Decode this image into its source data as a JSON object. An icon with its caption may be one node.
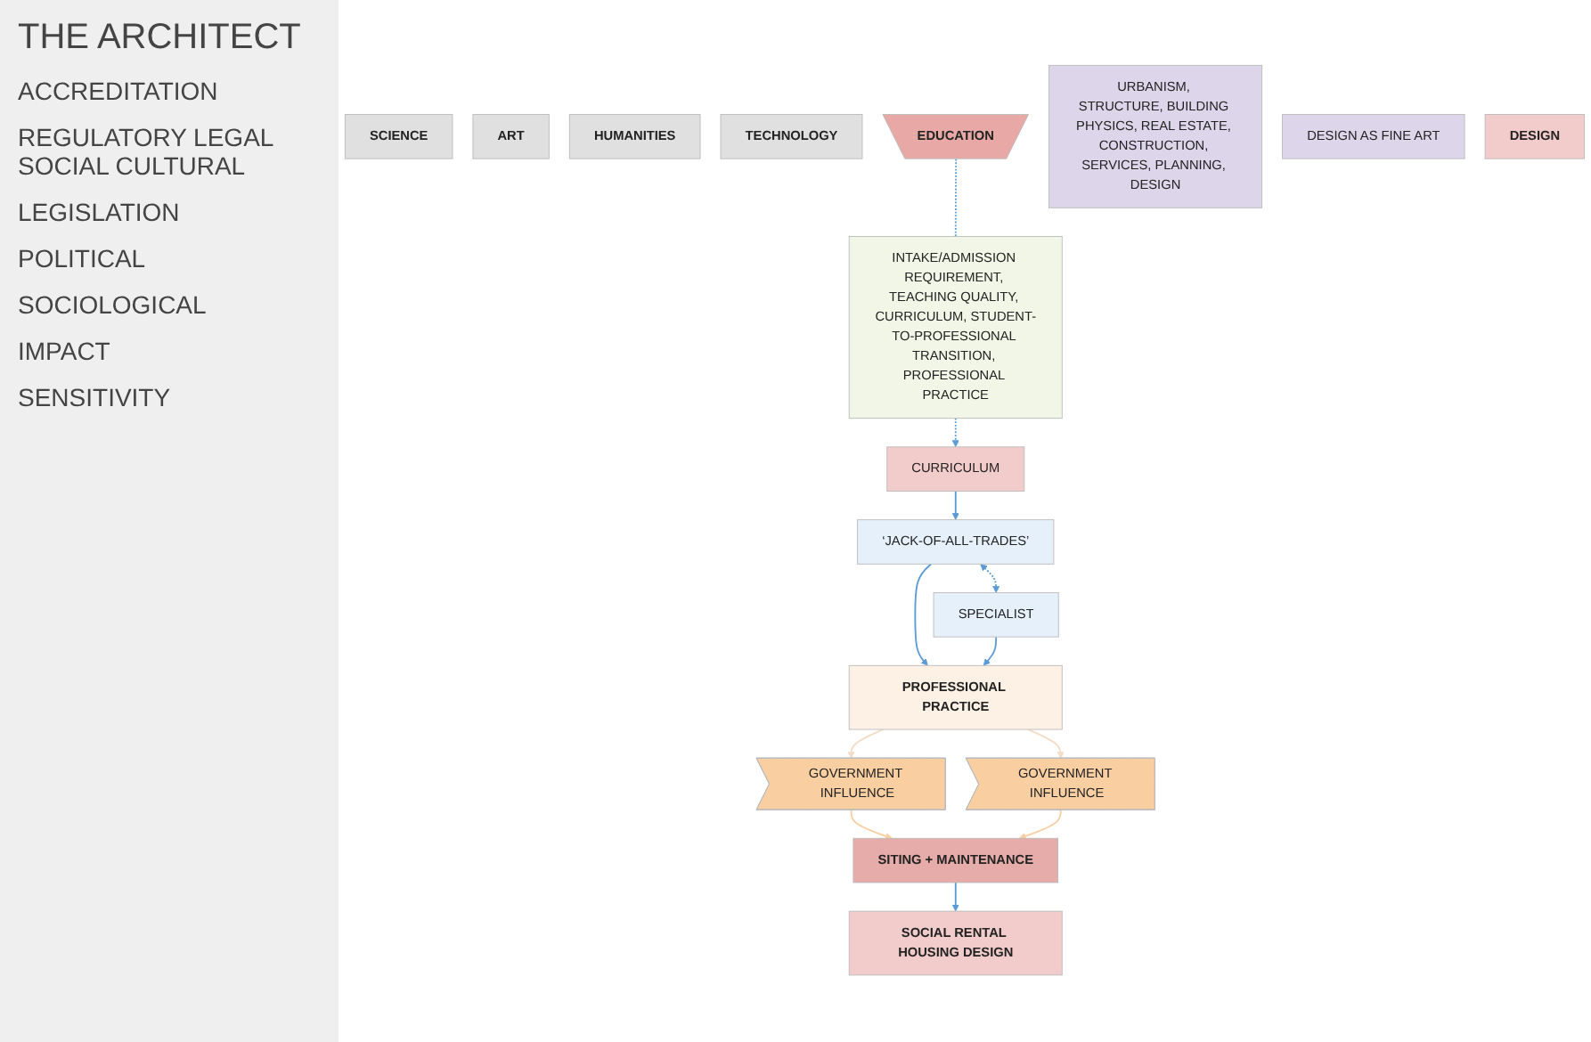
{
  "diagram": {
    "nodes": [
      {
        "text": [
          "SCIENCE"
        ]
      },
      {
        "text": [
          "ART"
        ]
      },
      {
        "text": [
          "HUMANITIES"
        ]
      },
      {
        "text": [
          "TECHNOLOGY"
        ]
      },
      {
        "text": [
          "EDUCATION"
        ]
      },
      {
        "text": [
          "CURRICULUM"
        ]
      },
      {
        "text": [
          "INTAKE/ADMISSION REQUIREMENT, TEACHING QUALITY, CURRICULUM, STUDENT-TO-PROFESSIONAL TRANSITION, PROFESSIONAL PRACTICE"
        ]
      },
      {
        "text": [
          "URBANISM, STRUCTURE, BUILDING PHYSICS, REAL ESTATE, CONSTRUCTION, SERVICES, PLANNING, DESIGN"
        ]
      },
      {
        "text": [
          "‘JACK-OF-ALL-TRADES’"
        ]
      },
      {
        "text": [
          "SPECIALIST"
        ]
      },
      {
        "text": [
          "DESIGN AS FINE ART"
        ]
      },
      {
        "text": [
          "PROFESSIONAL PRACTICE"
        ]
      },
      {
        "text": [
          "DESIGN"
        ]
      },
      {
        "text": [
          "SITING + MAINTENANCE"
        ]
      },
      {
        "text": [
          "GOVERNMENT INFLUENCE"
        ]
      },
      {
        "text": [
          "GOVERNMENT INFLUENCE"
        ]
      },
      {
        "text": [
          "SOCIAL RENTAL HOUSING DESIGN"
        ]
      }
    ],
    "edges": [
      {
        "from": 4,
        "to": 6,
        "arrow": "none",
        "style": "dashed"
      },
      {
        "from": 6,
        "to": 5,
        "arrow": "to",
        "style": "dashed"
      },
      {
        "from": 5,
        "to": 8,
        "arrow": "to"
      },
      {
        "from": 8,
        "to": 9,
        "arrow": "both",
        "style": "dashed"
      },
      {
        "from": 8,
        "to": 11,
        "arrow": "to"
      },
      {
        "from": 9,
        "to": 11,
        "arrow": "to"
      },
      {
        "from": 11,
        "to": 14,
        "arrow": "to",
        "color": "#f5dcc4"
      },
      {
        "from": 11,
        "to": 15,
        "arrow": "to",
        "color": "#f5dcc4"
      },
      {
        "from": 14,
        "to": 13,
        "arrow": "to",
        "color": "#f9cfa2"
      },
      {
        "from": 15,
        "to": 13,
        "arrow": "to",
        "color": "#f9cfa2"
      },
      {
        "from": 13,
        "to": 16,
        "arrow": "to"
      }
    ],
    "labels": [
      "THE ARCHITECT",
      "ACCREDITATION",
      "REGULATORY LEGAL SOCIAL CULTURAL",
      "LEGISLATION",
      "POLITICAL",
      "SOCIOLOGICAL",
      "IMPACT",
      "SENSITIVITY"
    ]
  }
}
